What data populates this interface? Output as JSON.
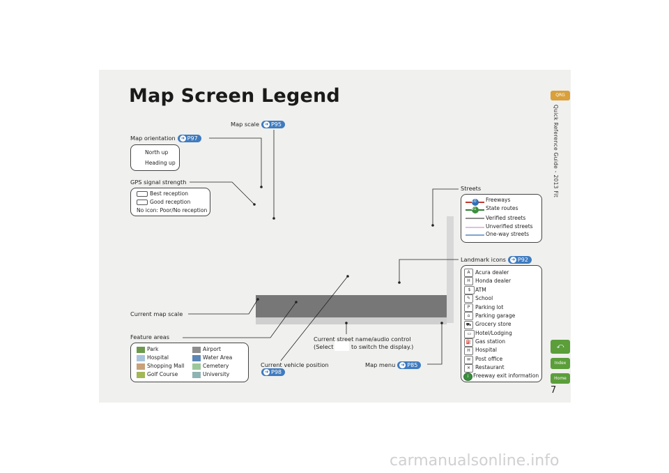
{
  "title": "Map Screen Legend",
  "sidebar": {
    "qrg": "QRG",
    "index": "Index",
    "home": "Home",
    "guide_title": "Quick Reference Guide - 2013 Fit"
  },
  "page_number": "7",
  "watermark": "carmanualsonline.info",
  "callouts": {
    "map_scale": "Map scale",
    "map_scale_ref": "P95",
    "map_orientation": "Map orientation",
    "map_orientation_ref": "P97",
    "gps_signal": "GPS signal strength",
    "current_map_scale": "Current map scale",
    "feature_areas": "Feature areas",
    "current_street_1": "Current street name/audio control",
    "current_street_2a": "(Select",
    "current_street_2b": "to switch the display.)",
    "current_vehicle": "Current vehicle position",
    "current_vehicle_ref": "P98",
    "map_menu": "Map menu",
    "map_menu_ref": "P85",
    "streets": "Streets",
    "landmark_icons": "Landmark icons",
    "landmark_icons_ref": "P92"
  },
  "orientation_items": [
    "North up",
    "Heading up"
  ],
  "gps_items": [
    "Best reception",
    "Good reception",
    "No icon: Poor/No reception"
  ],
  "streets_items": [
    "Freeways",
    "State routes",
    "Verified streets",
    "Unverified streets",
    "One-way streets"
  ],
  "street_badges": [
    "10",
    "91"
  ],
  "landmark_items": [
    "Acura dealer",
    "Honda dealer",
    "ATM",
    "School",
    "Parking lot",
    "Parking garage",
    "Grocery store",
    "Hotel/Lodging",
    "Gas station",
    "Hospital",
    "Post office",
    "Restaurant",
    "Freeway exit information"
  ],
  "feature_items": [
    {
      "label": "Park",
      "color": "#6e9a4e"
    },
    {
      "label": "Airport",
      "color": "#8e8e8e"
    },
    {
      "label": "Hospital",
      "color": "#a8c4dc"
    },
    {
      "label": "Water Area",
      "color": "#5a87b5"
    },
    {
      "label": "Shopping Mall",
      "color": "#c9a27a"
    },
    {
      "label": "Cemetery",
      "color": "#9cc79a"
    },
    {
      "label": "Golf Course",
      "color": "#a3b754"
    },
    {
      "label": "University",
      "color": "#8fb3b3"
    }
  ],
  "colors": {
    "accent_blue": "#3f7bbf",
    "qrg_tab": "#d9a03b",
    "nav_tab": "#5b9e3a"
  }
}
